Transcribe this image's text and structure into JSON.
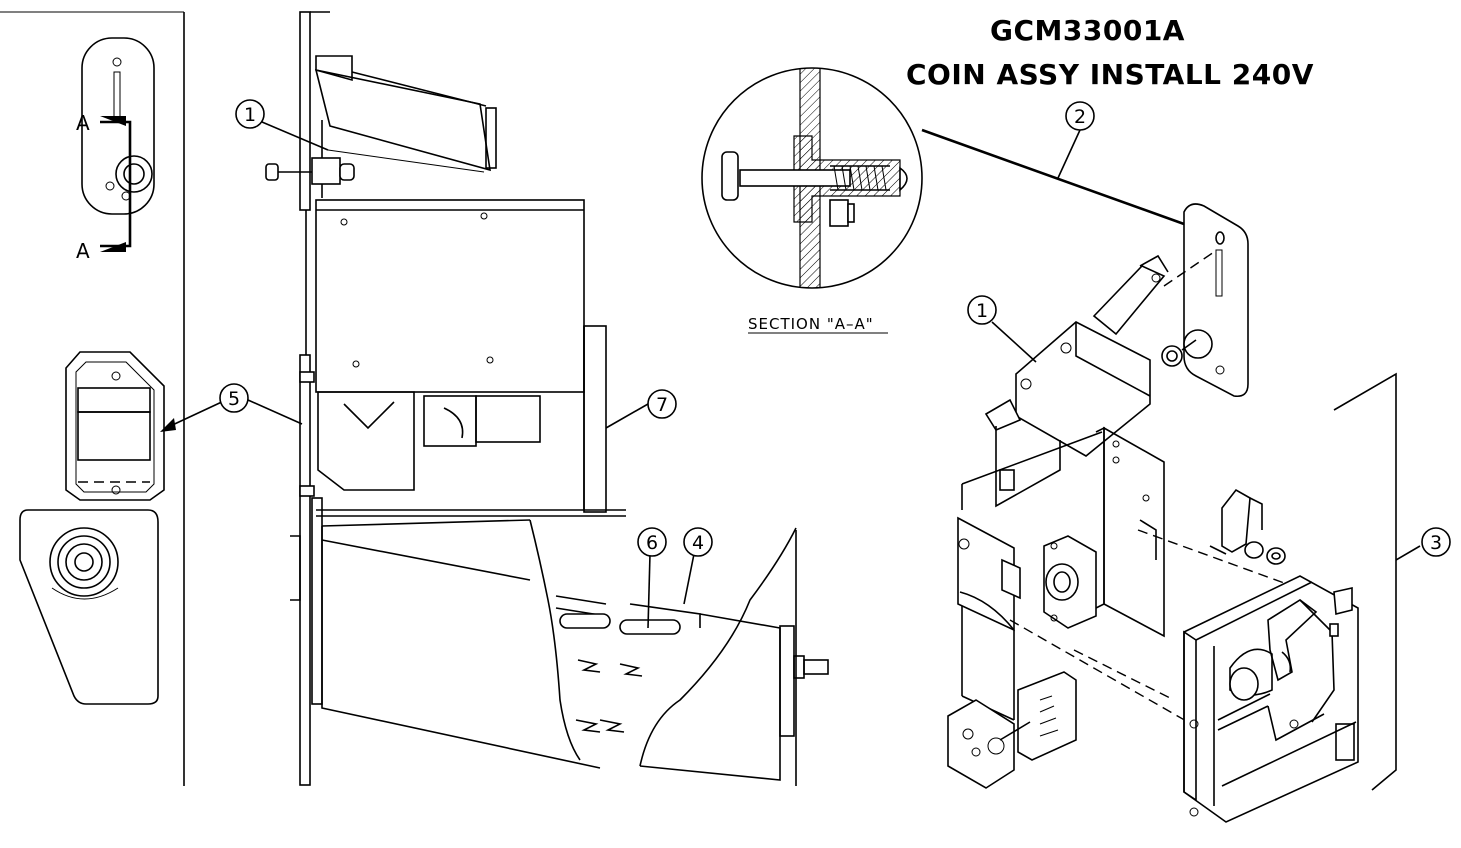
{
  "title": {
    "part_number": "GCM33001A",
    "description": "COIN ASSY INSTALL 240V"
  },
  "section": {
    "marker_upper": "A",
    "marker_lower": "A",
    "caption": "SECTION \"A–A\""
  },
  "callouts": [
    "1",
    "1",
    "2",
    "3",
    "4",
    "5",
    "6",
    "7"
  ]
}
